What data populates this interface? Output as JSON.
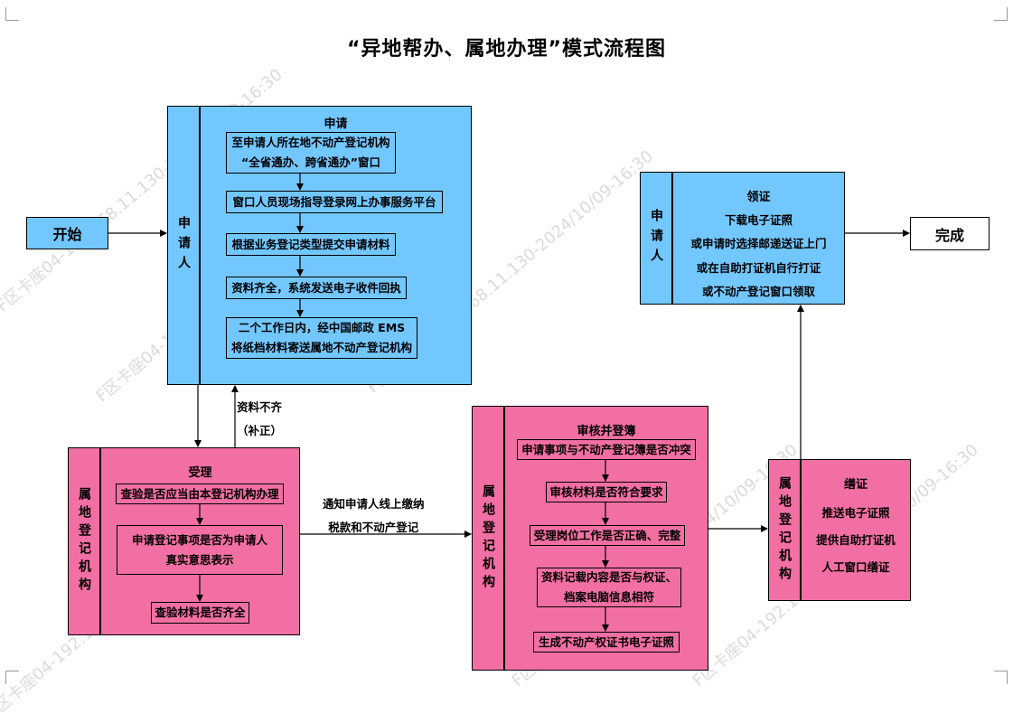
{
  "title": "“异地帮办、属地办理”模式流程图",
  "start": "开始",
  "finish": "完成",
  "lanes": {
    "apply": {
      "label": "申请人",
      "head": "申请",
      "steps": [
        [
          "至申请人所在地不动产登记机构",
          "“全省通办、跨省通办”窗口"
        ],
        [
          "窗口人员现场指导登录网上办事服务平台"
        ],
        [
          "根据业务登记类型提交申请材料"
        ],
        [
          "资料齐全，系统发送电子收件回执"
        ],
        [
          "二个工作日内，经中国邮政 EMS",
          "将纸档材料寄送属地不动产登记机构"
        ]
      ]
    },
    "accept": {
      "label": "属地登记机构",
      "head": "受理",
      "steps": [
        [
          "查验是否应当由本登记机构办理"
        ],
        [
          "申请登记事项是否为申请人",
          "真实意思表示"
        ],
        [
          "查验材料是否齐全"
        ]
      ]
    },
    "review": {
      "label": "属地登记机构",
      "head": "审核并登簿",
      "steps": [
        [
          "申请事项与不动产登记簿是否冲突"
        ],
        [
          "审核材料是否符合要求"
        ],
        [
          "受理岗位工作是否正确、完整"
        ],
        [
          "资料记载内容是否与权证、",
          "档案电脑信息相符"
        ],
        [
          "生成不动产权证书电子证照"
        ]
      ]
    },
    "issue": {
      "label": "属地登记机构",
      "head": "缮证",
      "lines": [
        "推送电子证照",
        "提供自助打证机",
        "人工窗口缮证"
      ]
    },
    "receive": {
      "label": "申请人",
      "head": "领证",
      "lines": [
        "下载电子证照",
        "或申请时选择邮递送证上门",
        "或在自助打证机自行打证",
        "或不动产登记窗口领取"
      ]
    }
  },
  "notes": {
    "incomplete": [
      "资料不齐",
      "（补正）"
    ],
    "notify": [
      "通知申请人线上缴纳",
      "税款和不动产登记"
    ]
  },
  "watermark": "F区卡座04-192.168.11.130-2024/10/09-16:30",
  "colors": {
    "blue": "#73c7ff",
    "pink": "#f26fa3"
  }
}
